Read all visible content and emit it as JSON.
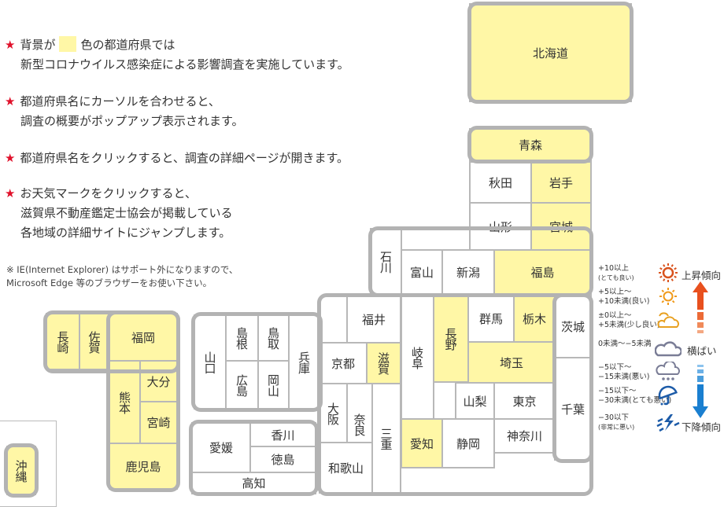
{
  "notes": {
    "note1_prefix": "背景が",
    "note1_suffix": "色の都道府県では",
    "note1_line2": "新型コロナウイルス感染症による影響調査を実施しています。",
    "note2_line1": "都道府県名にカーソルを合わせると、",
    "note2_line2": "調査の概要がポップアップ表示されます。",
    "note3_line1": "都道府県名をクリックすると、調査の詳細ページが開きます。",
    "note4_line1": "お天気マークをクリックすると、",
    "note4_line2": "滋賀県不動産鑑定士協会が掲載している",
    "note4_line3": "各地域の詳細サイトにジャンプします。",
    "star": "★",
    "ie_line1": "※ IE(Internet Explorer) はサポート外になりますので、",
    "ie_line2": "Microsoft Edge 等のブラウザーをお使い下さい。"
  },
  "colors": {
    "highlight": "#fff7a6",
    "border": "#b3b3b3",
    "star": "#e0102a",
    "up": "#e8501e",
    "down": "#1a7fd0"
  },
  "prefectures": [
    {
      "name": "北海道",
      "highlighted": true
    },
    {
      "name": "青森",
      "highlighted": true
    },
    {
      "name": "秋田",
      "highlighted": false
    },
    {
      "name": "岩手",
      "highlighted": true
    },
    {
      "name": "山形",
      "highlighted": false
    },
    {
      "name": "宮城",
      "highlighted": true
    },
    {
      "name": "新潟",
      "highlighted": false
    },
    {
      "name": "福島",
      "highlighted": true
    },
    {
      "name": "石川",
      "highlighted": false
    },
    {
      "name": "富山",
      "highlighted": false
    },
    {
      "name": "福井",
      "highlighted": false
    },
    {
      "name": "京都",
      "highlighted": false
    },
    {
      "name": "滋賀",
      "highlighted": true
    },
    {
      "name": "岐阜",
      "highlighted": false
    },
    {
      "name": "長野",
      "highlighted": true
    },
    {
      "name": "群馬",
      "highlighted": false
    },
    {
      "name": "栃木",
      "highlighted": true
    },
    {
      "name": "茨城",
      "highlighted": false
    },
    {
      "name": "埼玉",
      "highlighted": true
    },
    {
      "name": "山梨",
      "highlighted": false
    },
    {
      "name": "東京",
      "highlighted": false
    },
    {
      "name": "千葉",
      "highlighted": false
    },
    {
      "name": "愛知",
      "highlighted": true
    },
    {
      "name": "静岡",
      "highlighted": false
    },
    {
      "name": "神奈川",
      "highlighted": false
    },
    {
      "name": "大阪",
      "highlighted": false
    },
    {
      "name": "奈良",
      "highlighted": false
    },
    {
      "name": "三重",
      "highlighted": false
    },
    {
      "name": "和歌山",
      "highlighted": false
    },
    {
      "name": "山口",
      "highlighted": false
    },
    {
      "name": "島根",
      "highlighted": false
    },
    {
      "name": "鳥取",
      "highlighted": false
    },
    {
      "name": "広島",
      "highlighted": false
    },
    {
      "name": "岡山",
      "highlighted": false
    },
    {
      "name": "兵庫",
      "highlighted": false
    },
    {
      "name": "愛媛",
      "highlighted": false
    },
    {
      "name": "香川",
      "highlighted": false
    },
    {
      "name": "徳島",
      "highlighted": false
    },
    {
      "name": "高知",
      "highlighted": false
    },
    {
      "name": "長崎",
      "highlighted": true
    },
    {
      "name": "佐賀",
      "highlighted": true
    },
    {
      "name": "福岡",
      "highlighted": true
    },
    {
      "name": "熊本",
      "highlighted": true
    },
    {
      "name": "大分",
      "highlighted": true
    },
    {
      "name": "宮崎",
      "highlighted": true
    },
    {
      "name": "鹿児島",
      "highlighted": true
    },
    {
      "name": "沖縄",
      "highlighted": true
    }
  ],
  "legend": {
    "items": [
      {
        "line1": "+10以上",
        "line2": "(とても良い)",
        "icon": "strong-sun-icon"
      },
      {
        "line1": "+5以上～",
        "line2": "+10未満(良い)",
        "icon": "sun-icon"
      },
      {
        "line1": "±0以上～",
        "line2": "+5未満(少し良い)",
        "icon": "sun-cloud-icon"
      },
      {
        "line1": "0未満～−5未満",
        "line2": "",
        "icon": "cloud-icon"
      },
      {
        "line1": "−5以下～",
        "line2": "−15未満(悪い)",
        "icon": "rain-icon"
      },
      {
        "line1": "−15以下～",
        "line2": "−30未満(とても悪い)",
        "icon": "umbrella-icon"
      },
      {
        "line1": "−30以下",
        "line2": "(非常に悪い)",
        "icon": "storm-icon"
      }
    ],
    "up_label": "上昇傾向",
    "flat_label": "横ばい",
    "down_label": "下降傾向"
  }
}
